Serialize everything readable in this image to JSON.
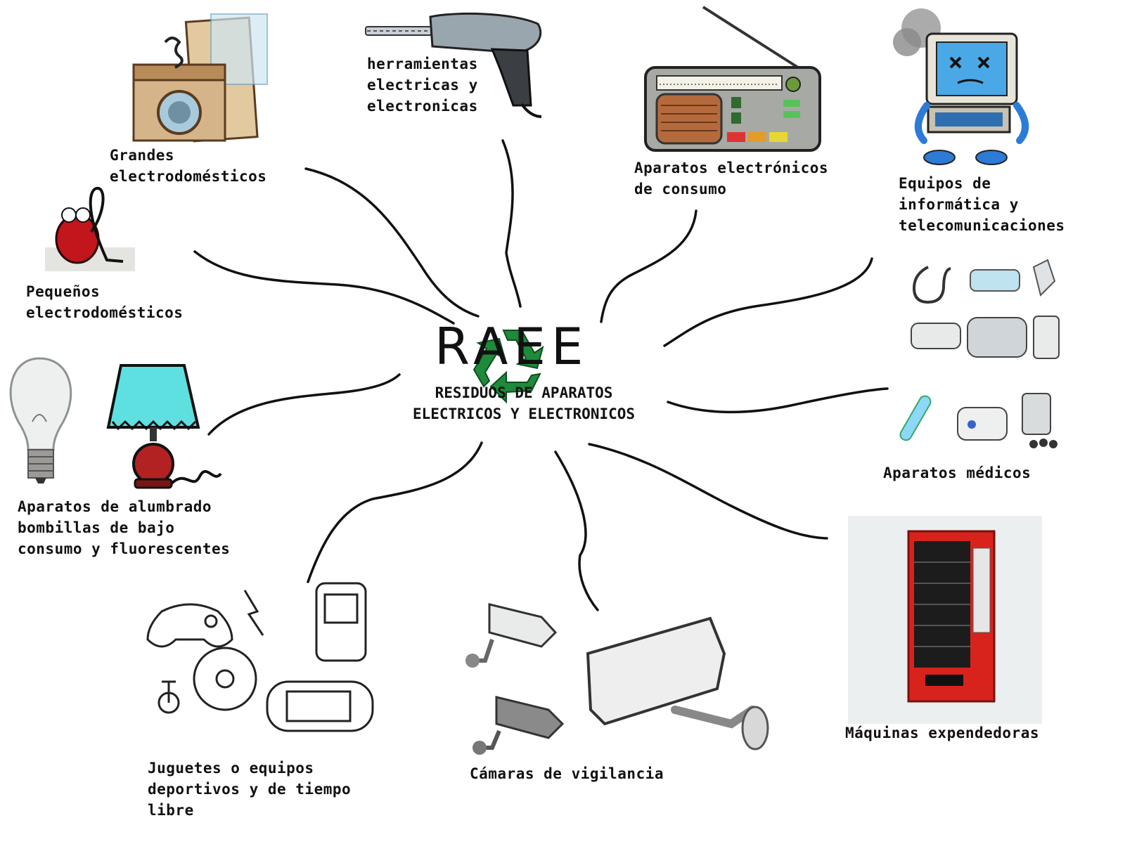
{
  "center": {
    "title": "RAEE",
    "subtitle": "RESIDUOS DE APARATOS\nELECTRICOS Y ELECTRONICOS"
  },
  "categories": [
    {
      "id": "grandes",
      "label": "Grandes\nelectrodomésticos"
    },
    {
      "id": "herramientas",
      "label": "herramientas\nelectricas y\nelectronicas"
    },
    {
      "id": "consumo",
      "label": "Aparatos electrónicos\nde consumo"
    },
    {
      "id": "informatica",
      "label": "Equipos de\ninformática y\ntelecomunicaciones"
    },
    {
      "id": "pequenos",
      "label": "Pequeños\nelectrodomésticos"
    },
    {
      "id": "alumbrado",
      "label": "Aparatos de alumbrado\nbombillas de bajo\nconsumo y fluorescentes"
    },
    {
      "id": "medicos",
      "label": "Aparatos médicos"
    },
    {
      "id": "maquinas",
      "label": "Máquinas expendedoras"
    },
    {
      "id": "juguetes",
      "label": "Juguetes o equipos\ndeportivos y de tiempo\nlibre"
    },
    {
      "id": "camaras",
      "label": "Cámaras de vigilancia"
    }
  ],
  "icons": {
    "recycle": "recycle-icon",
    "washer": "washing-machine-icon",
    "drill": "drill-icon",
    "radio": "radio-icon",
    "computer": "computer-icon",
    "vacuum": "vacuum-cleaner-icon",
    "bulb": "light-bulb-icon",
    "lamp": "table-lamp-icon",
    "medical": "medical-devices-icon",
    "vending": "vending-machine-icon",
    "toys": "toys-games-icon",
    "camera": "security-camera-icon"
  },
  "colors": {
    "recycle": "#1e8a3a",
    "vending": "#d8231c",
    "lamp_shade": "#5fe0e0",
    "lamp_base": "#b22222"
  }
}
